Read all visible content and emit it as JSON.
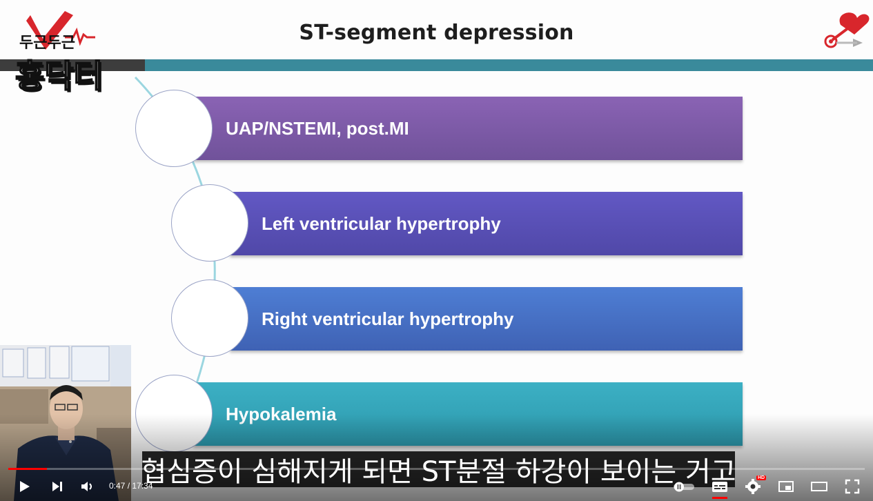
{
  "slide": {
    "title": "ST-segment depression",
    "logo": {
      "line1": "두근두근",
      "line2": "홍닥터"
    },
    "items": [
      {
        "label": "UAP/NSTEMI, post.MI",
        "color": "#7b5aa6"
      },
      {
        "label": "Left ventricular hypertrophy",
        "color": "#5a50b8"
      },
      {
        "label": "Right ventricular hypertrophy",
        "color": "#4a72c8"
      },
      {
        "label": "Hypokalemia",
        "color": "#35a8bc"
      }
    ]
  },
  "subtitle": "협심증이 심해지게 되면 ST분절 하강이 보이는 거고",
  "player": {
    "current_time": "0:47",
    "duration": "17:34",
    "time_text": "0:47 / 17:34",
    "progress_fraction": 0.045,
    "quality_badge": "HD",
    "accent": "#ff0000",
    "icons": [
      "play-icon",
      "next-icon",
      "volume-icon",
      "autoplay-toggle",
      "subtitles-icon",
      "settings-icon",
      "miniplayer-icon",
      "theater-icon",
      "fullscreen-icon"
    ]
  }
}
